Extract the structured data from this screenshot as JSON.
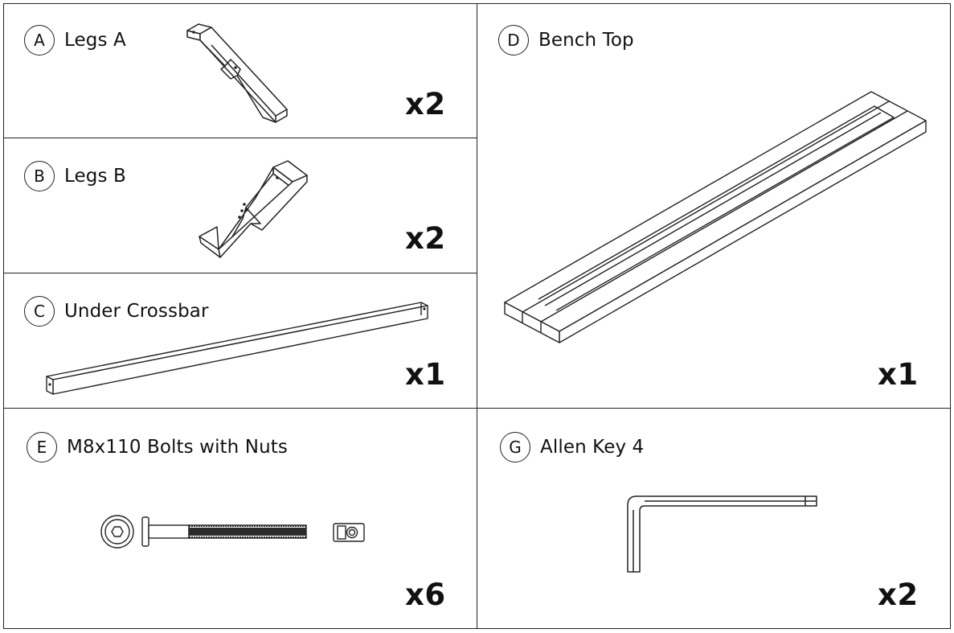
{
  "parts": [
    {
      "letter": "A",
      "name": "Legs A",
      "quantity": "x2",
      "icon": "leg-a-icon"
    },
    {
      "letter": "B",
      "name": "Legs B",
      "quantity": "x2",
      "icon": "leg-b-icon"
    },
    {
      "letter": "C",
      "name": "Under Crossbar",
      "quantity": "x1",
      "icon": "crossbar-icon"
    },
    {
      "letter": "D",
      "name": "Bench Top",
      "quantity": "x1",
      "icon": "bench-top-icon"
    },
    {
      "letter": "E",
      "name": "M8x110 Bolts with Nuts",
      "quantity": "x6",
      "icon": "bolt-and-nut-icon"
    },
    {
      "letter": "G",
      "name": "Allen Key 4",
      "quantity": "x2",
      "icon": "allen-key-icon"
    }
  ]
}
